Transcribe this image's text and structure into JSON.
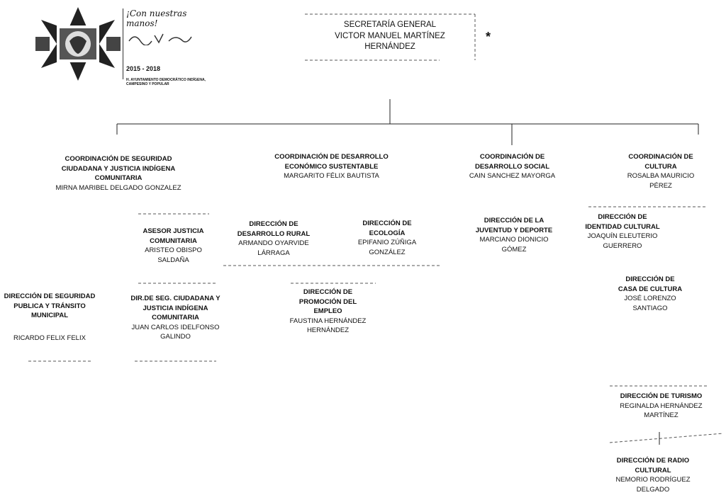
{
  "header": {
    "logo": {
      "motto": "¡Con nuestras manos!",
      "years": "2015 - 2018",
      "ayuntamiento": "H. AYUNTAMIENTO DEMOCRÁTICO INDÍGENA, CAMPESINO Y POPULAR"
    },
    "asterisk": "*"
  },
  "org": {
    "secretaria": {
      "title": "SECRETARÍA GENERAL",
      "name": "VICTOR MANUEL MARTÍNEZ HERNÁNDEZ"
    },
    "coord_seguridad": {
      "title": "COORDINACIÓN DE SEGURIDAD CIUDADANA Y JUSTICIA INDÍGENA COMUNITARIA",
      "name": "MIRNA MARIBEL DELGADO GONZALEZ"
    },
    "asesor_justicia": {
      "title": "ASESOR JUSTICIA COMUNITARIA",
      "name": "ARISTEO OBISPO SALDAÑA"
    },
    "dir_seguridad_publica": {
      "title": "DIRECCIÓN DE SEGURIDAD PUBLICA Y TRÁNSITO MUNICIPAL",
      "name": "RICARDO FELIX FELIX"
    },
    "dir_seg_ciudadana": {
      "title": "DIR.DE SEG. CIUDADANA Y JUSTICIA INDÍGENA COMUNITARIA",
      "name": "JUAN CARLOS IDELFONSO GALINDO"
    },
    "coord_economico": {
      "title": "COORDINACIÓN DE DESARROLLO ECONÓMICO SUSTENTABLE",
      "name": "MARGARITO FÉLIX BAUTISTA"
    },
    "dir_rural": {
      "title": "DIRECCIÓN DE DESARROLLO RURAL",
      "name": "ARMANDO OYARVIDE LÁRRAGA"
    },
    "dir_ecologia": {
      "title": "DIRECCIÓN DE ECOLOGÍA",
      "name": "EPIFANIO ZÚÑIGA GONZÁLEZ"
    },
    "dir_empleo": {
      "title": "DIRECCIÓN DE PROMOCIÓN DEL EMPLEO",
      "name": "FAUSTINA HERNÁNDEZ HERNÁNDEZ"
    },
    "coord_social": {
      "title": "COORDINACIÓN DE DESARROLLO SOCIAL",
      "name": "CAIN SANCHEZ MAYORGA"
    },
    "dir_juventud": {
      "title": "DIRECCIÓN DE LA JUVENTUD Y DEPORTE",
      "name": "MARCIANO DIONICIO GÓMEZ"
    },
    "coord_cultura": {
      "title": "COORDINACIÓN DE CULTURA",
      "name": "ROSALBA MAURICIO PÉREZ"
    },
    "dir_identidad": {
      "title": "DIRECCIÓN DE IDENTIDAD CULTURAL",
      "name": "JOAQUÍN ELEUTERIO GUERRERO"
    },
    "dir_casa_cultura": {
      "title": "DIRECCIÓN DE CASA DE CULTURA",
      "name": "JOSÉ LORENZO SANTIAGO"
    },
    "dir_turismo": {
      "title": "DIRECCIÓN DE TURISMO",
      "name": "REGINALDA HERNÁNDEZ MARTÍNEZ"
    },
    "dir_radio": {
      "title": "DIRECCIÓN DE RADIO CULTURAL",
      "name": "NEMORIO RODRÍGUEZ DELGADO"
    }
  }
}
